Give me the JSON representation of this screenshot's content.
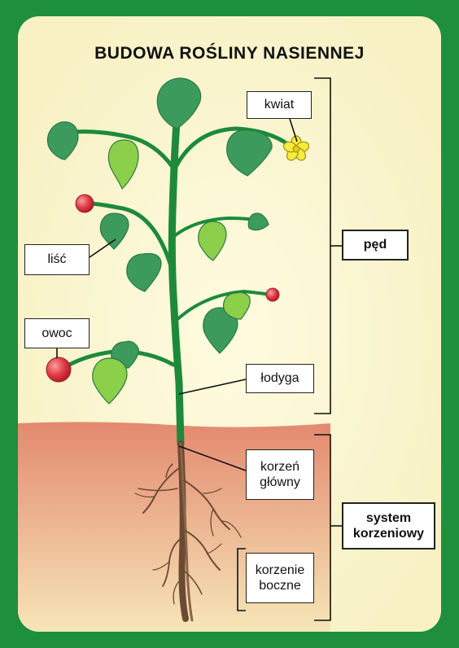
{
  "title": "BUDOWA ROŚLINY NASIENNEJ",
  "labels": {
    "kwiat": "kwiat",
    "lisc": "liść",
    "owoc": "owoc",
    "lodyga": "łodyga",
    "korzen_glowny_1": "korzeń",
    "korzen_glowny_2": "główny",
    "korzenie_boczne_1": "korzenie",
    "korzenie_boczne_2": "boczne",
    "ped": "pęd",
    "system_1": "system",
    "system_2": "korzeniowy"
  },
  "colors": {
    "frame": "#1e8f3c",
    "background": "#fbf8d6",
    "soil": "#e58d74",
    "stem": "#1d8a3a",
    "leaf_dark": "#3d9a5d",
    "leaf_light": "#8ccf4a",
    "flower": "#f5ec3c",
    "fruit": "#e03a44",
    "root": "#6b4a34"
  }
}
